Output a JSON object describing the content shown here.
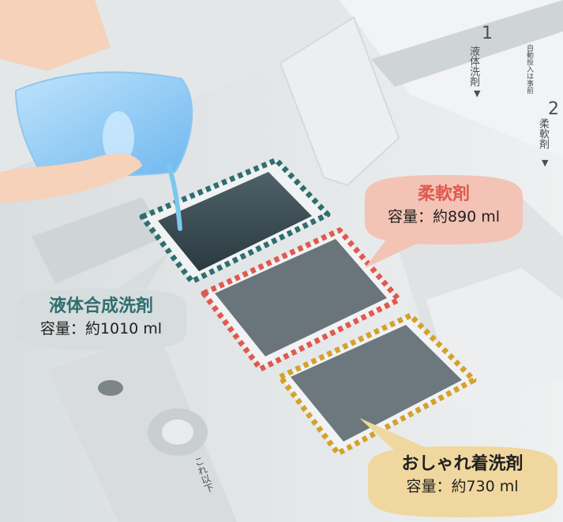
{
  "compartments": [
    {
      "name": "液体合成洗剤",
      "capacity": "容量：約1010 ml",
      "color": "#2f6e6f"
    },
    {
      "name": "柔軟剤",
      "capacity": "容量：約890 ml",
      "color": "#e0594f"
    },
    {
      "name": "おしゃれ着洗剤",
      "capacity": "容量：約730 ml",
      "color": "#d4a12a"
    }
  ],
  "panel_labels": {
    "slot1_number": "1",
    "slot1_label": "液体洗剤",
    "slot2_number": "2",
    "slot2_label": "柔軟剤",
    "auto_label": "自動投入は事前",
    "cover_label": "これ以下",
    "arrow": "▼"
  },
  "bubble_colors": {
    "liquid": "#d7dcdd",
    "softener": "#f3c3b6",
    "delicate": "#f0d79f"
  }
}
